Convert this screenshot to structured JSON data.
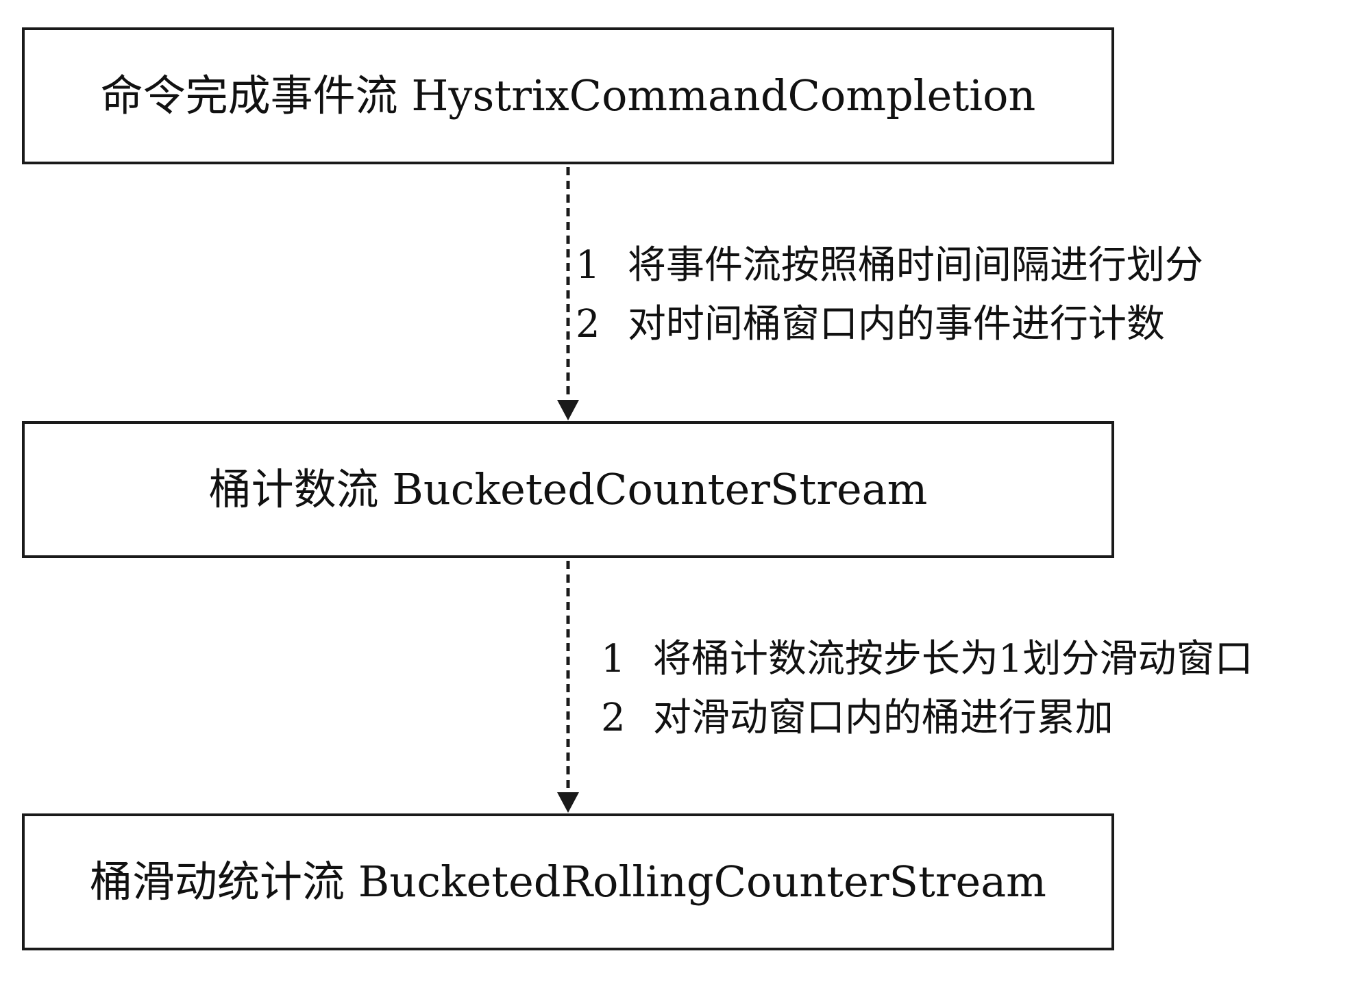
{
  "boxes": [
    {
      "text": "命令完成事件流 HystrixCommandCompletion"
    },
    {
      "text": "桶计数流  BucketedCounterStream"
    },
    {
      "text": "桶滑动统计流 BucketedRollingCounterStream"
    }
  ],
  "transitions": [
    {
      "steps": [
        {
          "num": "1",
          "text": "将事件流按照桶时间间隔进行划分"
        },
        {
          "num": "2",
          "text": "对时间桶窗口内的事件进行计数"
        }
      ]
    },
    {
      "steps": [
        {
          "num": "1",
          "text": "将桶计数流按步长为1划分滑动窗口"
        },
        {
          "num": "2",
          "text": "对滑动窗口内的桶进行累加"
        }
      ]
    }
  ]
}
